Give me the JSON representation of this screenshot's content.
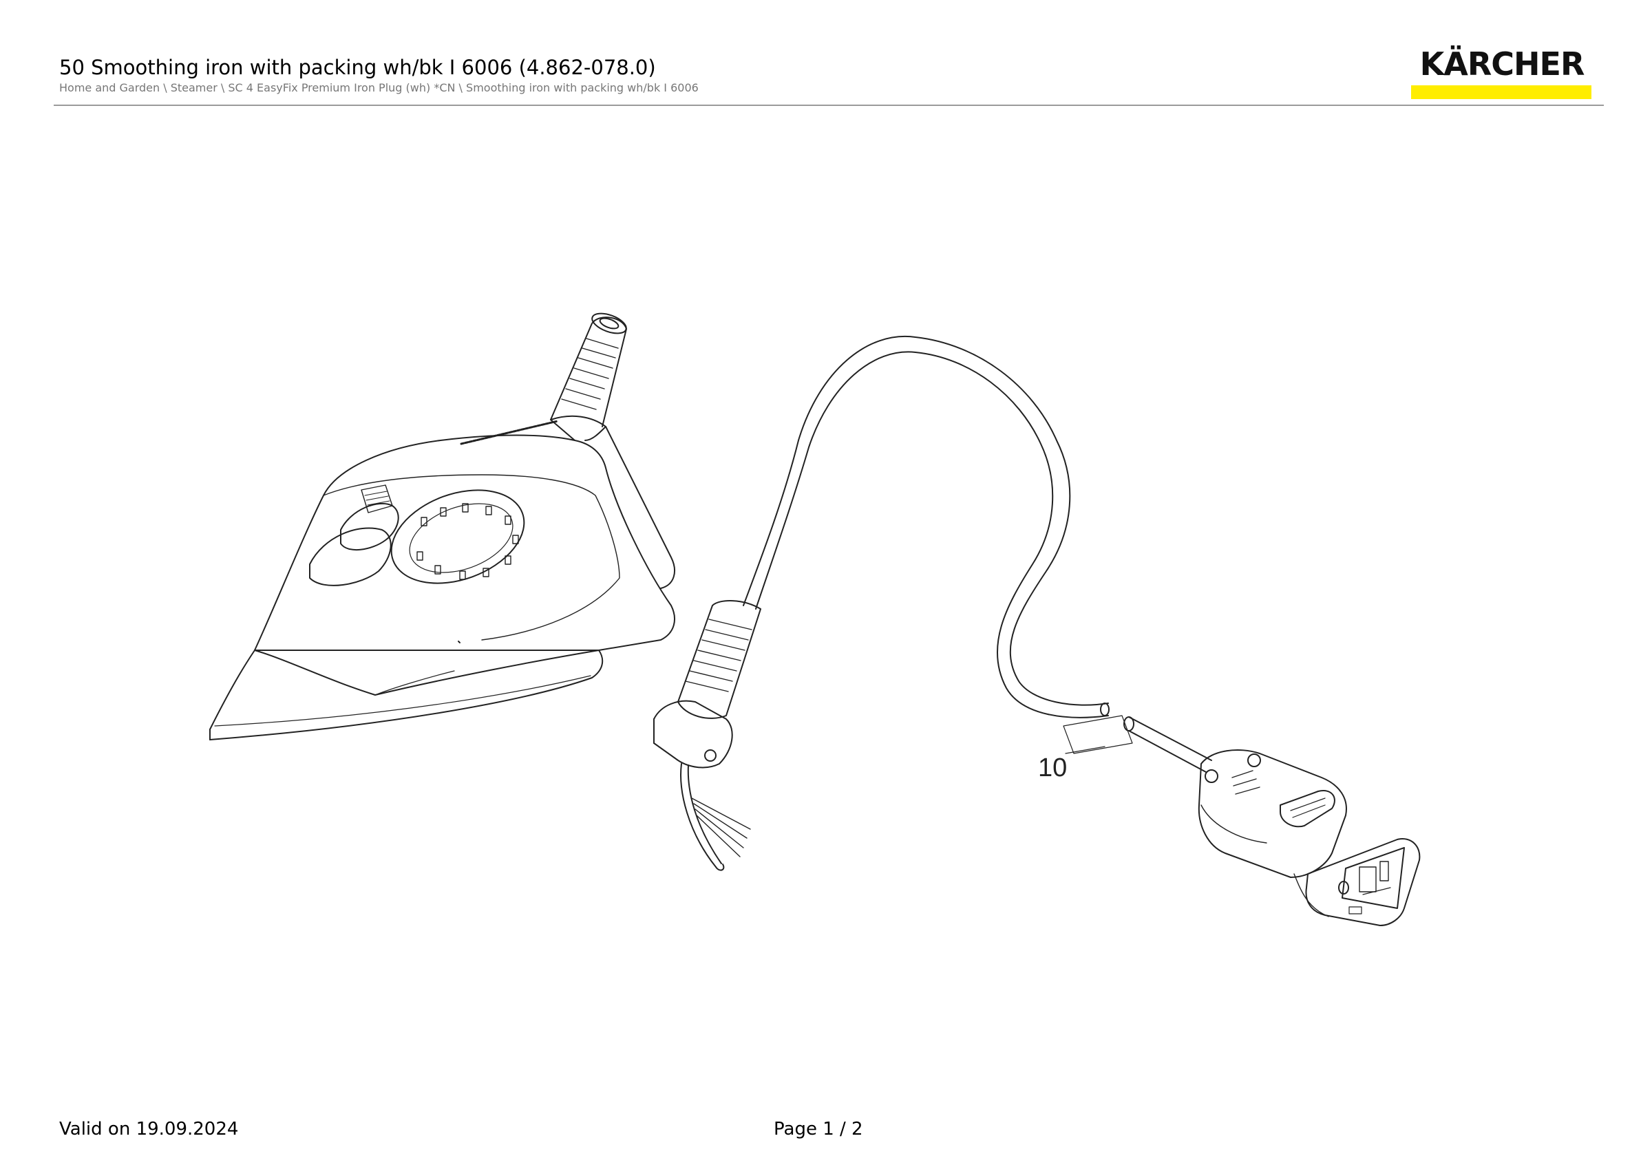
{
  "header": {
    "title": "50 Smoothing iron with packing wh/bk I 6006 (4.862-078.0)",
    "breadcrumb": "Home and Garden \\ Steamer \\ SC 4 EasyFix Premium Iron Plug (wh) *CN \\ Smoothing iron with packing wh/bk I 6006"
  },
  "logo": {
    "text": "KÄRCHER",
    "accent_color": "#ffed00"
  },
  "drawing": {
    "callouts": [
      {
        "label": "10"
      }
    ]
  },
  "footer": {
    "valid_on": "Valid on 19.09.2024",
    "page": "Page 1 / 2"
  }
}
